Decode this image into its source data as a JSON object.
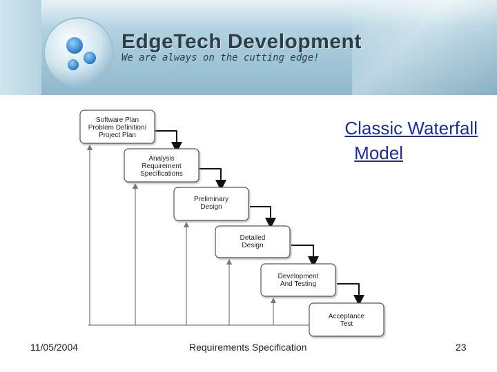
{
  "header": {
    "brand": "EdgeTech Development",
    "tagline": "We are always on the cutting edge!"
  },
  "slide": {
    "title_line1": "Classic Waterfall",
    "title_line2": "Model"
  },
  "diagram": {
    "steps": [
      {
        "lines": [
          "Software Plan",
          "Problem Definition/",
          "Project Plan"
        ]
      },
      {
        "lines": [
          "Analysis",
          "Requirement",
          "Specifications"
        ]
      },
      {
        "lines": [
          "Preliminary",
          "Design"
        ]
      },
      {
        "lines": [
          "Detailed",
          "Design"
        ]
      },
      {
        "lines": [
          "Development",
          "And Testing"
        ]
      },
      {
        "lines": [
          "Acceptance",
          "Test"
        ]
      }
    ]
  },
  "footer": {
    "date": "11/05/2004",
    "center": "Requirements Specification",
    "page": "23"
  }
}
